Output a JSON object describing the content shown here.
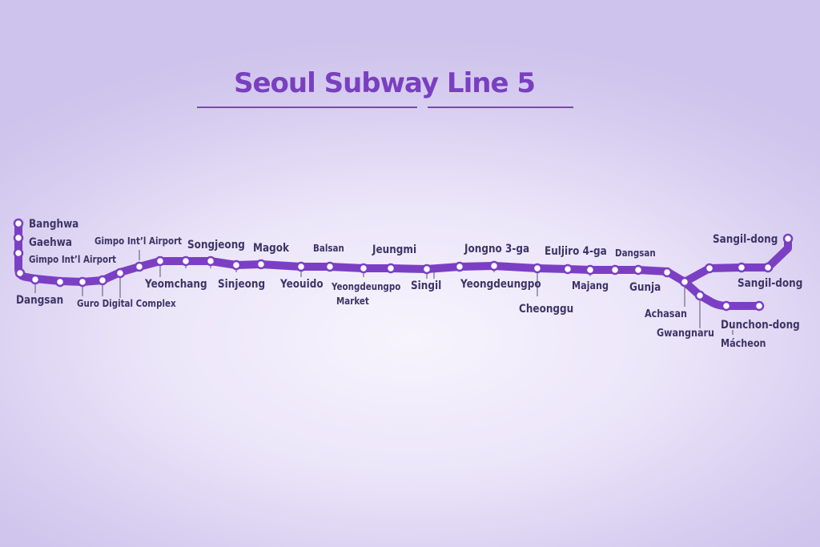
{
  "title": "Seoul Subway Line 5",
  "line_color": "#7b3fc4",
  "station_fill": "#ffffff",
  "label_color": "#3d3566",
  "labels": {
    "banghwa": "Banghwa",
    "gaehwa": "Gaehwa",
    "gimpo_left": "Gimpo Int’l Airport",
    "gimpo_top": "Gimpo Int’l Airport",
    "dangsan_left": "Dangsan",
    "guro": "Guro Digital Complex",
    "yeomchang": "Yeomchang",
    "songjeong": "Songjeong",
    "sinjeong": "Sinjeong",
    "magok": "Magok",
    "yeouido": "Yeouido",
    "balsan": "Balsan",
    "ydp_market_1": "Yeongdeungpo",
    "ydp_market_2": "Market",
    "jeungmi": "Jeungmi",
    "singil": "Singil",
    "jongno": "Jongno 3-ga",
    "yeongdeungpo": "Yeongdeungpo",
    "cheonggu": "Cheonggu",
    "euljiro": "Euljiro 4-ga",
    "majang": "Majang",
    "dangsan_right": "Dangsan",
    "gunja": "Gunja",
    "achasan": "Achasan",
    "gwangnaru": "Gwangnaru",
    "sangil_top": "Sangil-dong",
    "sangil_mid": "Sangil-dong",
    "dunchon": "Dunchon-dong",
    "macheon": "Mácheon"
  }
}
